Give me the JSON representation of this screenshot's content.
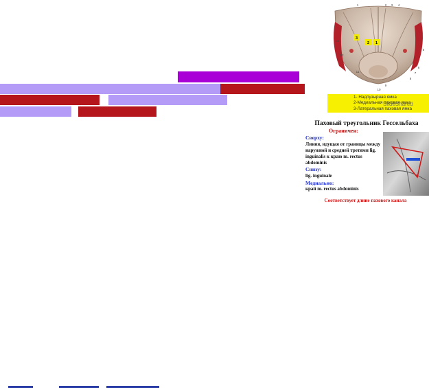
{
  "legend": {
    "items": [
      "1- Надпузырная ямка",
      "2-Медиальная паховая ямка",
      "3-Латеральная паховая ямка"
    ]
  },
  "figure": {
    "callouts": [
      "3",
      "2",
      "1"
    ],
    "leader_numbers": [
      "1",
      "2",
      "3",
      "4",
      "5",
      "6",
      "7",
      "8",
      "9",
      "10",
      "11",
      "12",
      "13"
    ]
  },
  "watermark": "SlideShared",
  "panel": {
    "title": "Паховый треугольник Гессельбаха",
    "bounded_label": "Ограничен:",
    "top_label": "Сверху:",
    "top_text": [
      "Линия, идущая от границы между",
      "наружной и средней третями lig.",
      "inguinalis к краю m. rectus",
      "abdominis"
    ],
    "bottom_label": "Снизу:",
    "bottom_text": "lig. inguinale",
    "medial_label": "Медиально:",
    "medial_text": "край m. rectus abdominis",
    "footer_note": "Соответствует длине пахового канала"
  },
  "colors": {
    "purple": "#a800d6",
    "lavender": "#b39bf7",
    "red": "#b5161c",
    "legend_bg": "#f7f000",
    "heading_blue": "#1d2dcc",
    "accent_red": "#c01818"
  }
}
